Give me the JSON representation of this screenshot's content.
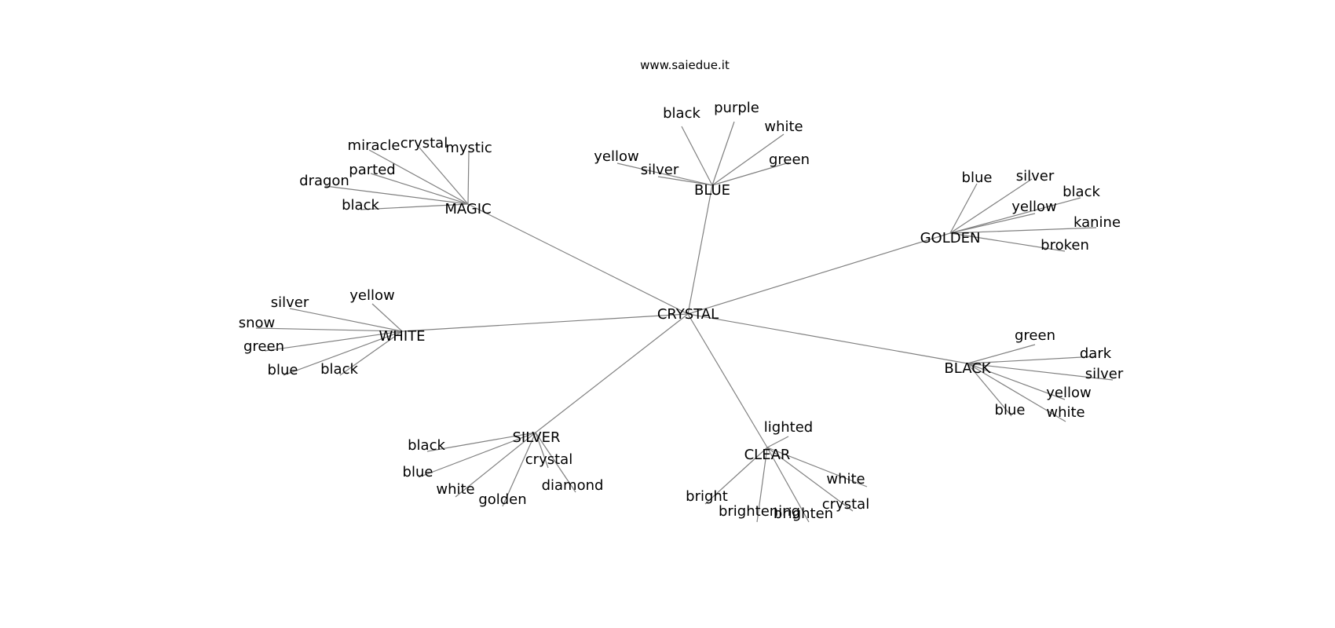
{
  "credit": "www.saiedue.it",
  "root": "CRYSTAL",
  "hubs": [
    {
      "label": "MAGIC",
      "leaves": [
        "miracle",
        "crystal",
        "mystic",
        "parted",
        "dragon",
        "black"
      ]
    },
    {
      "label": "BLUE",
      "leaves": [
        "black",
        "purple",
        "white",
        "yellow",
        "silver",
        "green"
      ]
    },
    {
      "label": "GOLDEN",
      "leaves": [
        "blue",
        "silver",
        "black",
        "yellow",
        "kanine",
        "broken"
      ]
    },
    {
      "label": "WHITE",
      "leaves": [
        "silver",
        "yellow",
        "snow",
        "green",
        "blue",
        "black"
      ]
    },
    {
      "label": "BLACK",
      "leaves": [
        "green",
        "dark",
        "silver",
        "yellow",
        "blue",
        "white"
      ]
    },
    {
      "label": "SILVER",
      "leaves": [
        "black",
        "blue",
        "crystal",
        "white",
        "golden",
        "diamond"
      ]
    },
    {
      "label": "CLEAR",
      "leaves": [
        "lighted",
        "white",
        "bright",
        "crystal",
        "brightening",
        "brighten"
      ]
    }
  ]
}
